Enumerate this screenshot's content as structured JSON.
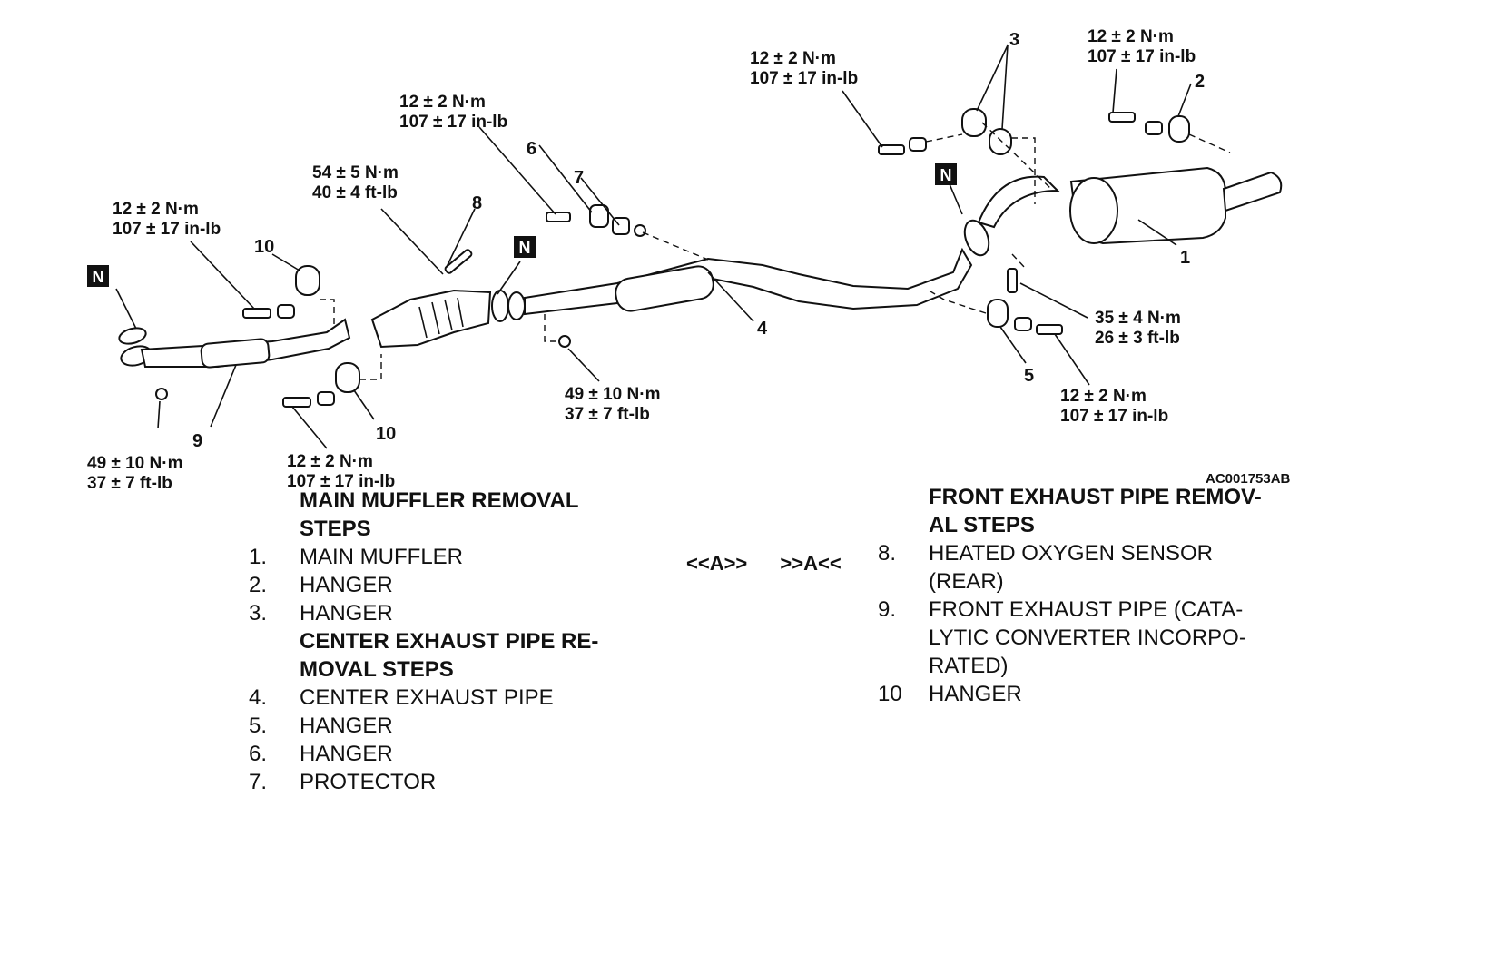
{
  "diagram": {
    "figure_code": "AC001753AB",
    "n_tag": "N",
    "torque_labels": {
      "t1": [
        "12 ± 2 N·m",
        "107 ± 17 in-lb"
      ],
      "t2": [
        "12 ± 2 N·m",
        "107 ± 17 in-lb"
      ],
      "t3": [
        "54 ± 5 N·m",
        "40 ± 4 ft-lb"
      ],
      "t4": [
        "12 ± 2 N·m",
        "107 ± 17 in-lb"
      ],
      "t5": [
        "12 ± 2 N·m",
        "107 ± 17 in-lb"
      ],
      "t6": [
        "35 ± 4 N·m",
        "26 ± 3 ft-lb"
      ],
      "t7": [
        "49 ± 10 N·m",
        "37 ± 7 ft-lb"
      ],
      "t8": [
        "12 ± 2 N·m",
        "107 ± 17 in-lb"
      ],
      "t9": [
        "49 ± 10 N·m",
        "37 ± 7 ft-lb"
      ],
      "t10": [
        "12 ± 2 N·m",
        "107 ± 17 in-lb"
      ]
    },
    "callouts": {
      "c1": "1",
      "c2": "2",
      "c3": "3",
      "c4": "4",
      "c5": "5",
      "c6": "6",
      "c7": "7",
      "c8": "8",
      "c9": "9",
      "c10a": "10",
      "c10b": "10"
    }
  },
  "left_list": {
    "heading1": [
      "MAIN MUFFLER REMOVAL",
      "STEPS"
    ],
    "items1": [
      {
        "num": "1.",
        "text": "MAIN MUFFLER"
      },
      {
        "num": "2.",
        "text": "HANGER"
      },
      {
        "num": "3.",
        "text": "HANGER"
      }
    ],
    "heading2": [
      "CENTER EXHAUST PIPE RE-",
      "MOVAL STEPS"
    ],
    "items2": [
      {
        "num": "4.",
        "text": "CENTER EXHAUST PIPE"
      },
      {
        "num": "5.",
        "text": "HANGER"
      },
      {
        "num": "6.",
        "text": "HANGER"
      },
      {
        "num": "7.",
        "text": "PROTECTOR"
      }
    ]
  },
  "marks": {
    "a": "<<A>>",
    "b": ">>A<<"
  },
  "right_list": {
    "heading": [
      "FRONT EXHAUST PIPE REMOV-",
      "AL STEPS"
    ],
    "items": [
      {
        "num": "8.",
        "lines": [
          "HEATED OXYGEN SENSOR",
          "(REAR)"
        ]
      },
      {
        "num": "9.",
        "lines": [
          "FRONT EXHAUST PIPE (CATA-",
          "LYTIC CONVERTER INCORPO-",
          "RATED)"
        ]
      },
      {
        "num": "10",
        "lines": [
          "HANGER"
        ]
      }
    ]
  }
}
